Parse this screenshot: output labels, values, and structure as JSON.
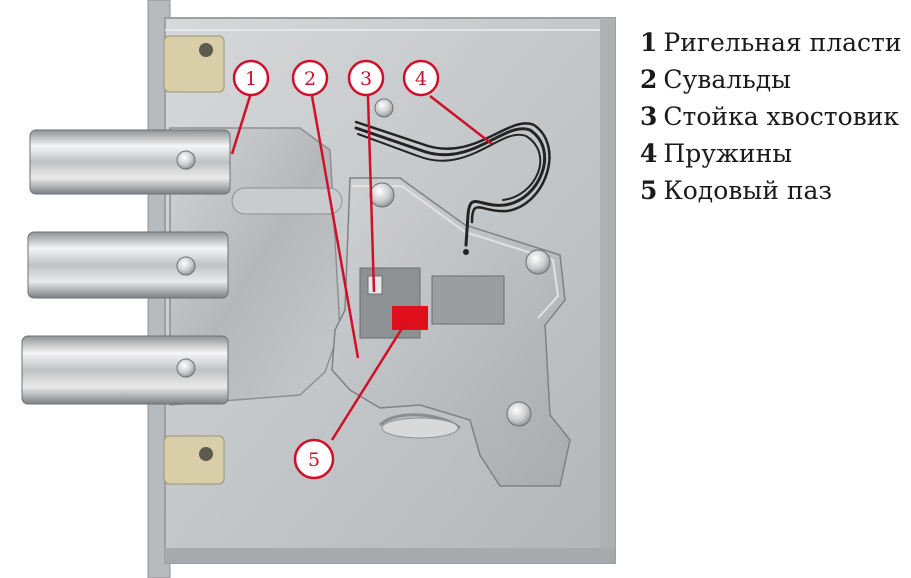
{
  "legend": [
    {
      "number": "1",
      "text": "Ригельная пласти"
    },
    {
      "number": "2",
      "text": "Сувальды"
    },
    {
      "number": "3",
      "text": "Стойка хвостовик"
    },
    {
      "number": "4",
      "text": "Пружины"
    },
    {
      "number": "5",
      "text": "Кодовый паз"
    }
  ],
  "callouts": [
    "1",
    "2",
    "3",
    "4",
    "5"
  ],
  "colors": {
    "accent": "#d0102a",
    "case_metal": "#c9ccce",
    "plate_metal": "#b9bcbf",
    "chrome": "#d8dadc",
    "spring": "#2a2a2a",
    "background": "#ffffff"
  }
}
